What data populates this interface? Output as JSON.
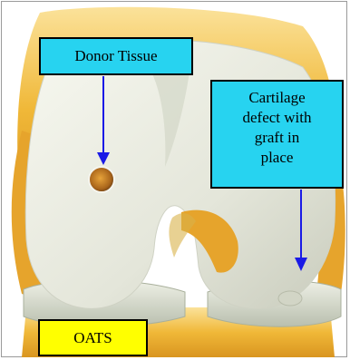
{
  "labels": {
    "donor_tissue": "Donor Tissue",
    "defect_lines": [
      "Cartilage",
      "defect with",
      "graft in",
      "place"
    ],
    "procedure": "OATS"
  },
  "colors": {
    "callout_fill": "#27d3f0",
    "label_fill": "#ffff00",
    "arrow": "#1a1ae6",
    "femur_cartilage": "#e9eadf",
    "bone": "#f2c34a",
    "tibia_plateau": "#d6dccf"
  }
}
